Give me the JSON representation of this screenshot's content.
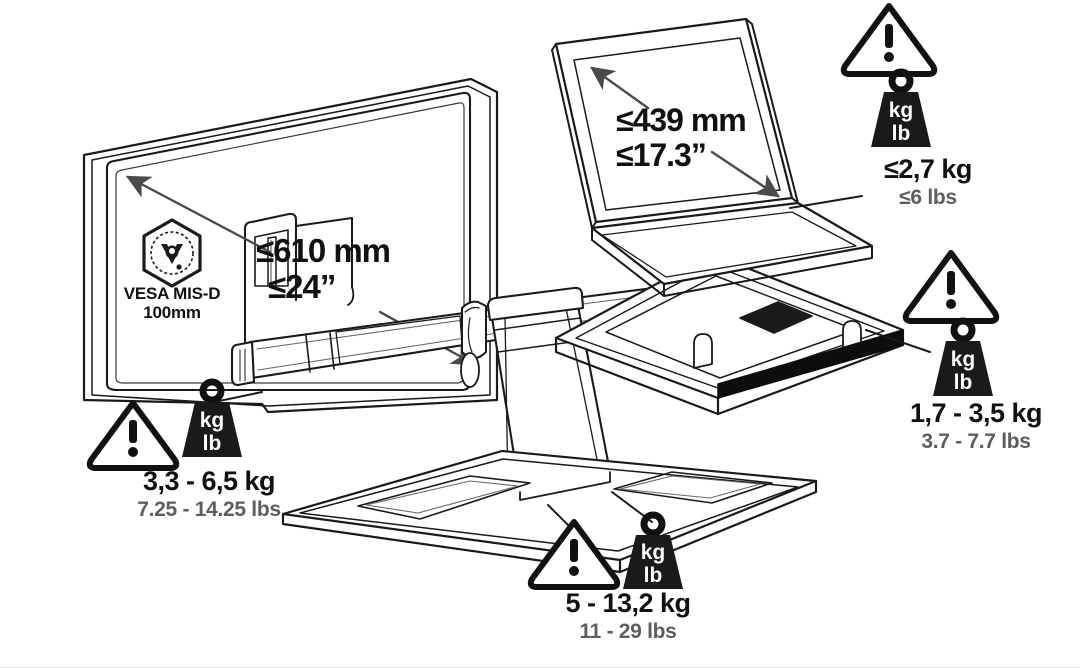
{
  "diagram": {
    "title": "Monitor and laptop stand load and size specification",
    "background_color": "#ffffff",
    "line_color": "#1a1a1a",
    "icon_color": "#111111",
    "secondary_text_color": "#5d5d5d"
  },
  "vesa": {
    "icon_name": "vesa-logo",
    "standard": "VESA MIS-D",
    "pitch": "100mm"
  },
  "dimensions": {
    "monitor": {
      "metric": "≤610 mm",
      "imperial": "≤24”"
    },
    "laptop": {
      "metric": "≤439 mm",
      "imperial": "≤17.3”"
    }
  },
  "load_labels": [
    {
      "id": "monitor-load",
      "kg": "3,3 - 6,5 kg",
      "lbs": "7.25 - 14.25 lbs",
      "warning_icon": "warning-triangle-icon",
      "weight_icon": "weight-icon",
      "weight_icon_top": "kg",
      "weight_icon_bottom": "lb"
    },
    {
      "id": "laptop-screen-load",
      "kg": "≤2,7 kg",
      "lbs": "≤6 lbs",
      "warning_icon": "warning-triangle-icon",
      "weight_icon": "weight-icon",
      "weight_icon_top": "kg",
      "weight_icon_bottom": "lb"
    },
    {
      "id": "laptop-tray-load",
      "kg": "1,7 - 3,5 kg",
      "lbs": "3.7 - 7.7 lbs",
      "warning_icon": "warning-triangle-icon",
      "weight_icon": "weight-icon",
      "weight_icon_top": "kg",
      "weight_icon_bottom": "lb"
    },
    {
      "id": "total-base-load",
      "kg": "5 - 13,2 kg",
      "lbs": "11 - 29 lbs",
      "warning_icon": "warning-triangle-icon",
      "weight_icon": "weight-icon",
      "weight_icon_top": "kg",
      "weight_icon_bottom": "lb"
    }
  ]
}
